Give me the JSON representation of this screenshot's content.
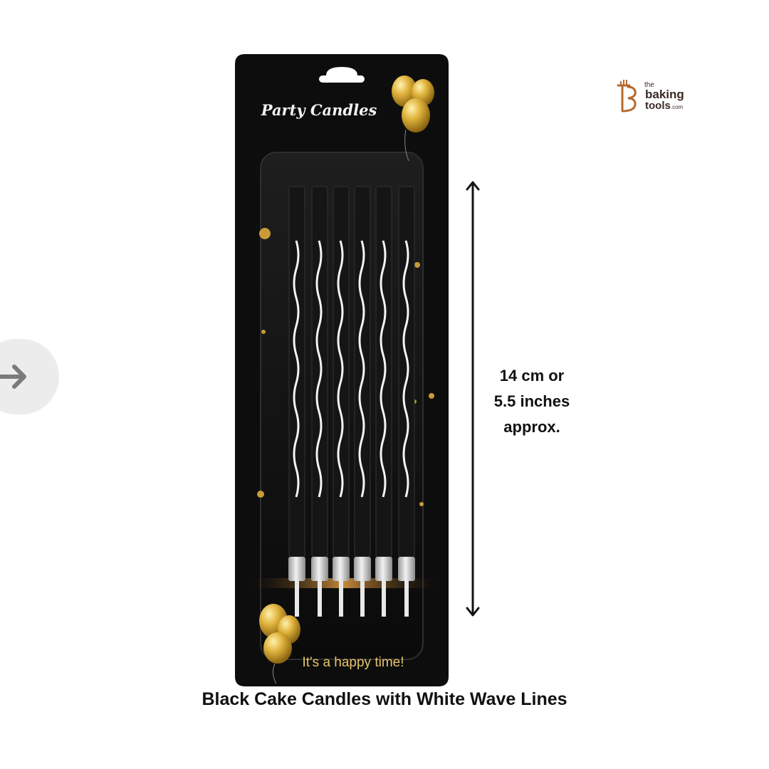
{
  "brand": {
    "logo_the": "the",
    "logo_baking": "baking",
    "logo_tools": "tools",
    "logo_suffix": ".com",
    "color": "#b46a2c"
  },
  "package": {
    "header": "Party Candles",
    "footer": "It's a happy time!"
  },
  "dimension": {
    "line1": "14 cm or",
    "line2": "5.5 inches",
    "line3": "approx."
  },
  "caption": "Black Cake Candles with White Wave Lines",
  "navigation": {
    "next_icon": "arrow-right-icon"
  }
}
